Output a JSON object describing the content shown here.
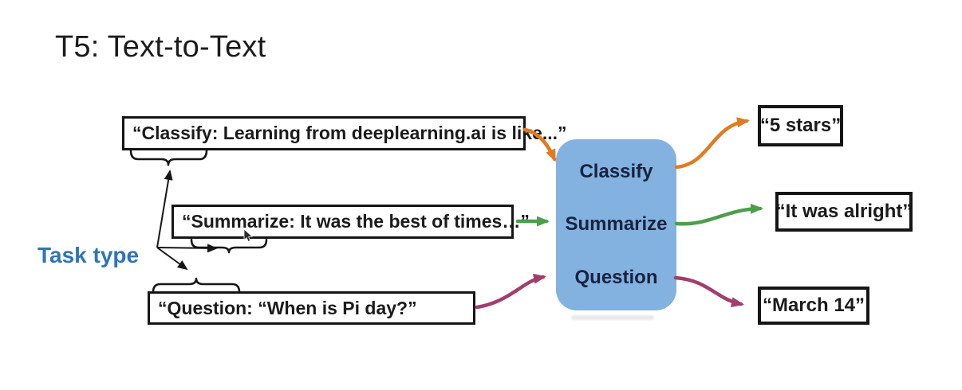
{
  "title": "T5: Text-to-Text",
  "task_type_label": "Task type",
  "inputs": [
    "“Classify: Learning from deeplearning.ai is like...”",
    "“Summarize: It was the best of times…”",
    "“Question: “When is Pi day?”"
  ],
  "model_tasks": [
    "Classify",
    "Summarize",
    "Question"
  ],
  "outputs": [
    "“5 stars”",
    "“It was alright”",
    "“March 14”"
  ],
  "colors": {
    "classify_arrow": "#E07B22",
    "summarize_arrow": "#4C9F4A",
    "question_arrow": "#A23E6B",
    "model_box_fill": "#83B1E0",
    "model_text": "#17233F",
    "task_type_label": "#2E75B6",
    "ink": "#161616"
  }
}
